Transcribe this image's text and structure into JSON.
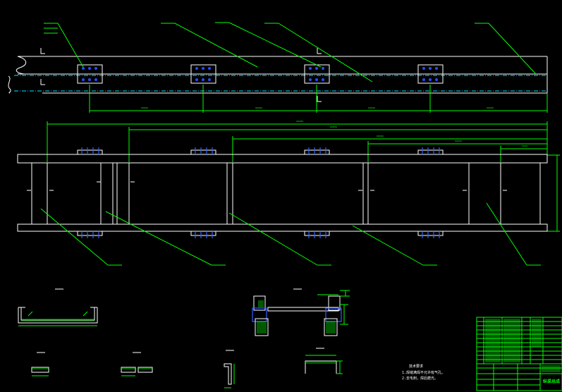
{
  "technical_notes": {
    "title": "技术要求",
    "lines": [
      "1.焊缝满焊不允许有气孔。",
      "2.去毛刺，焊后磨光。"
    ]
  },
  "title_block": {
    "drawing_name": "纵梁总成"
  },
  "colors": {
    "background": "#000000",
    "outline": "#ffffff",
    "dimension": "#00ff00",
    "centerline": "#00e5ff",
    "bolt": "#3060ff"
  }
}
